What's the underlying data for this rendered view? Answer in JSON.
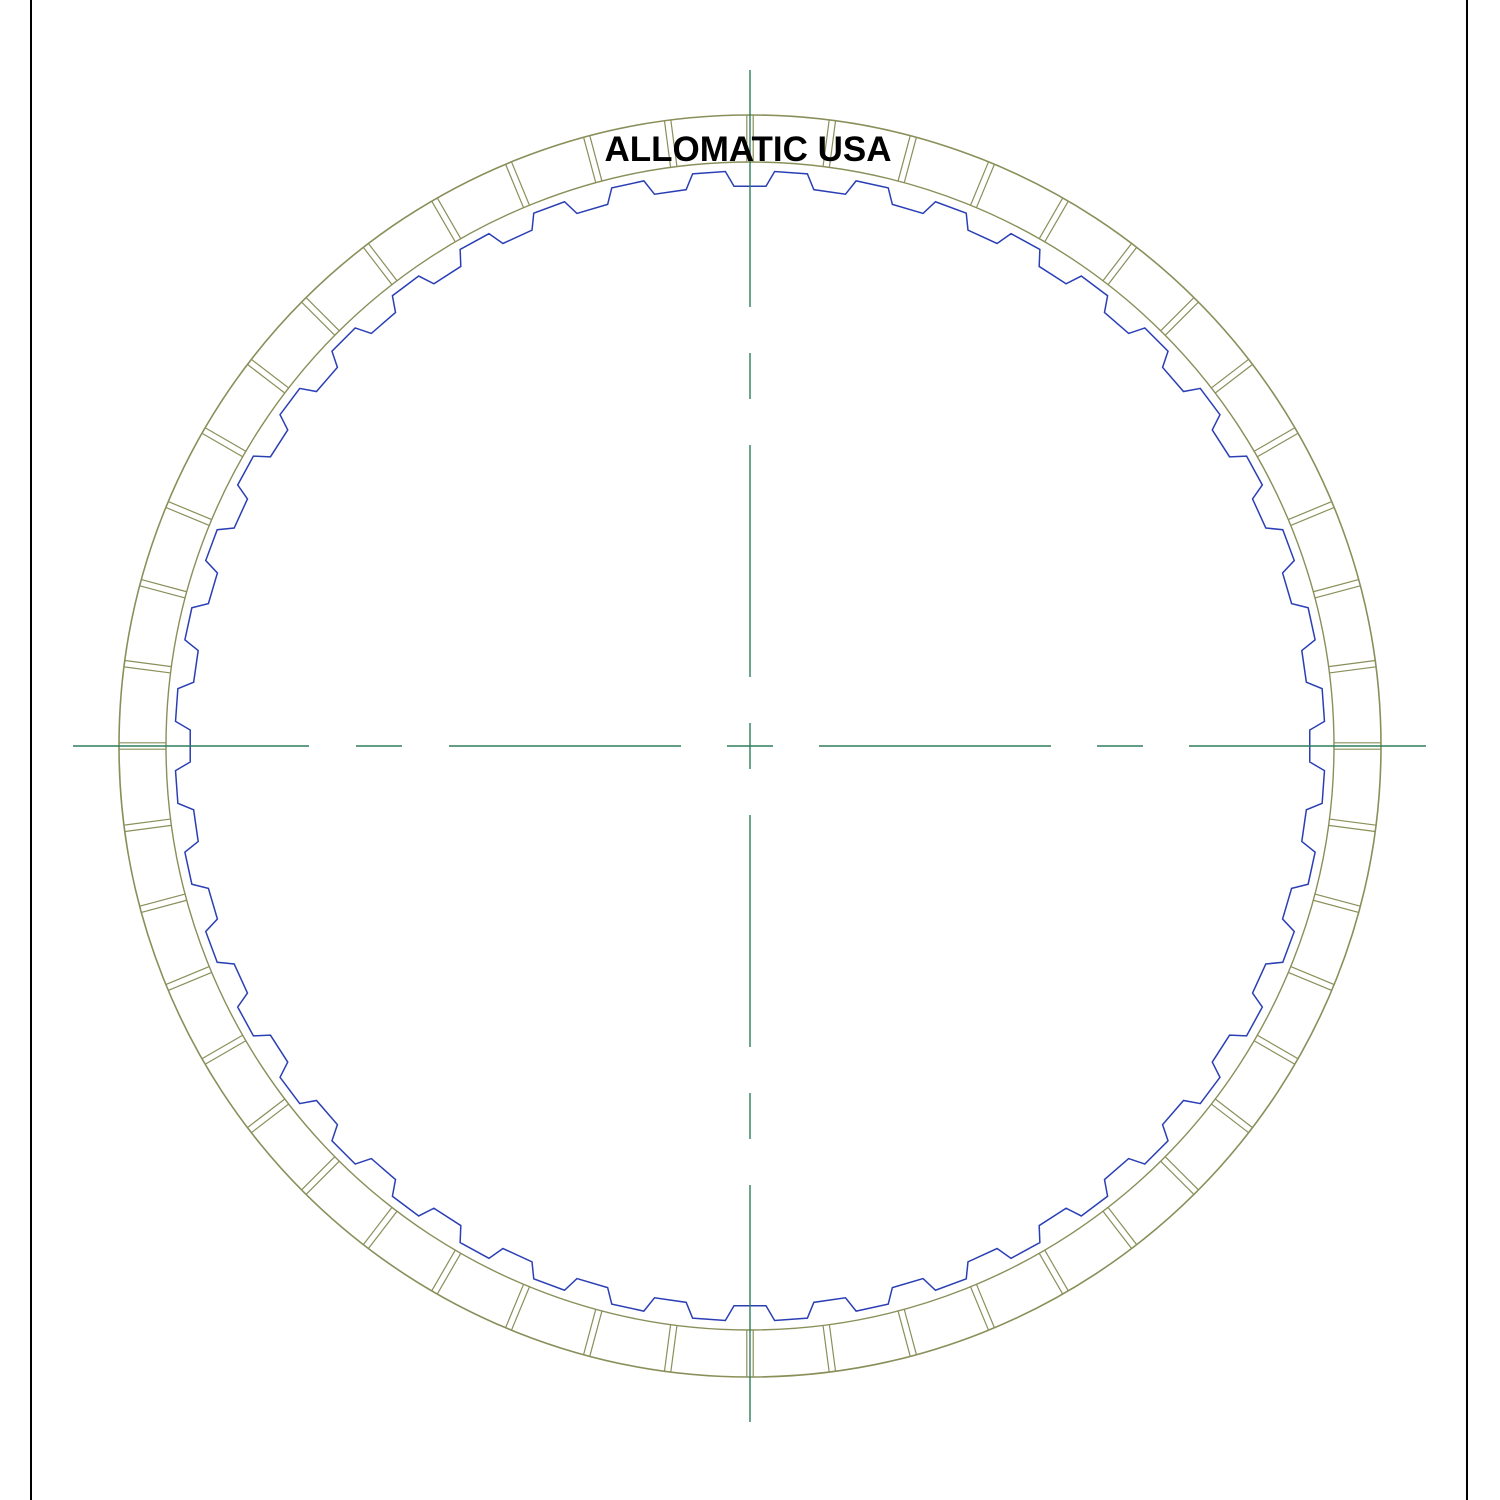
{
  "brand": "ALLOMATIC USA",
  "drawing": {
    "friction_segment_count": 48,
    "spline_tooth_count": 44,
    "colors": {
      "friction_outline": "#8a8f5a",
      "spline_profile": "#2b3fb5",
      "centerline": "#2e7d5b",
      "frame": "#000000",
      "brand_text": "#000000"
    }
  }
}
